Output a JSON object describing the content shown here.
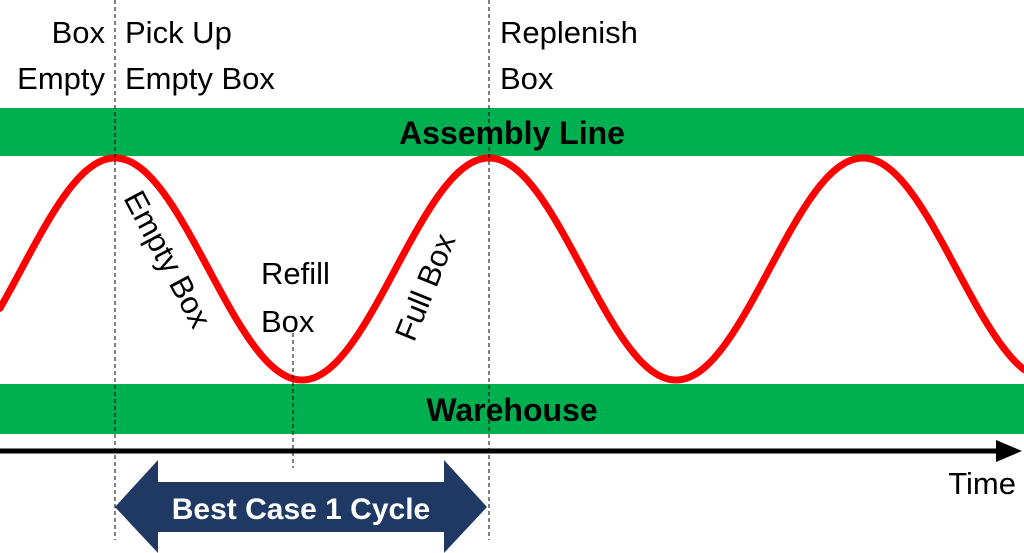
{
  "labels": {
    "box_empty": [
      "Box",
      "Empty"
    ],
    "pick_up": [
      "Pick Up",
      "Empty Box"
    ],
    "replenish": [
      "Replenish",
      "Box"
    ],
    "refill": [
      "Refill",
      "Box"
    ],
    "empty_box_curve": "Empty Box",
    "full_box_curve": "Full Box",
    "assembly_line": "Assembly Line",
    "warehouse": "Warehouse",
    "best_case": "Best Case 1 Cycle",
    "time": "Time"
  },
  "colors": {
    "band": "#00b050",
    "wave": "#ff0000",
    "arrow": "#1f3864",
    "axis": "#000000"
  }
}
